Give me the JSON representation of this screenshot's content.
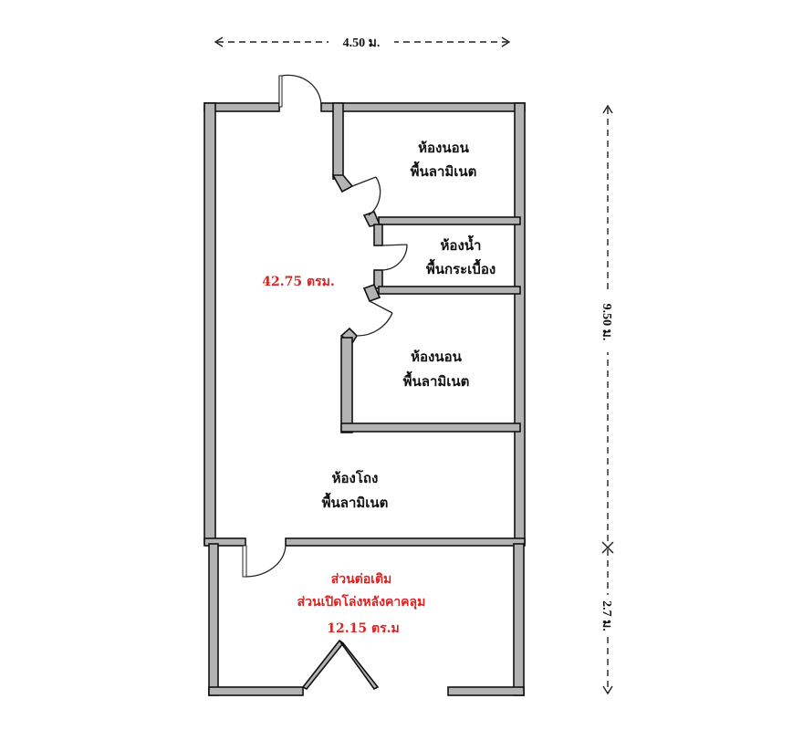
{
  "dimensions": {
    "width": "4.50 ม.",
    "height_main": "9.50 ม.",
    "height_extension": "2.7 ม."
  },
  "rooms": {
    "bedroom_1": {
      "name": "ห้องนอน",
      "floor": "พื้นลามิเนต"
    },
    "bathroom": {
      "name": "ห้องน้ำ",
      "floor": "พื้นกระเบื้อง"
    },
    "bedroom_2": {
      "name": "ห้องนอน",
      "floor": "พื้นลามิเนต"
    },
    "living_hall": {
      "name": "ห้องโถง",
      "floor": "พื้นลามิเนต"
    }
  },
  "areas": {
    "main_area": "42.75 ตรม.",
    "extension": {
      "title": "ส่วนต่อเติม",
      "subtitle": "ส่วนเปิดโล่งหลังคาคลุม",
      "area": "12.15 ตร.ม"
    }
  },
  "colors": {
    "walls": "#b3b3b3",
    "area_text": "#d92323",
    "text": "#111111"
  }
}
